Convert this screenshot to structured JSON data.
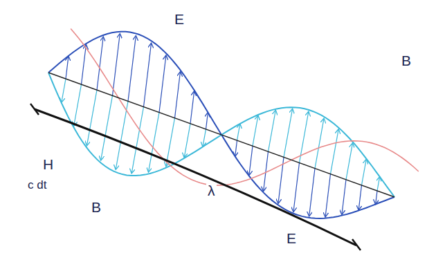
{
  "diagram": {
    "labels": [
      "E",
      "B",
      "H",
      "c dt",
      "B",
      "λ",
      "E"
    ]
  }
}
